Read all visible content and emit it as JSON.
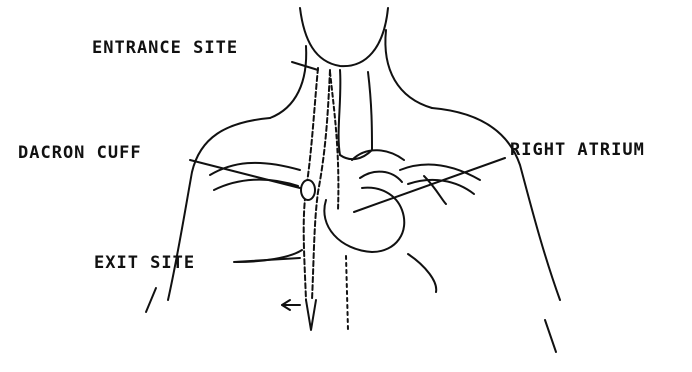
{
  "labels": {
    "entrance_site": "ENTRANCE SITE",
    "dacron_cuff": "DACRON CUFF",
    "right_atrium": "RIGHT ATRIUM",
    "exit_site": "EXIT SITE"
  },
  "colors": {
    "ink": "#111111",
    "background": "#ffffff"
  }
}
